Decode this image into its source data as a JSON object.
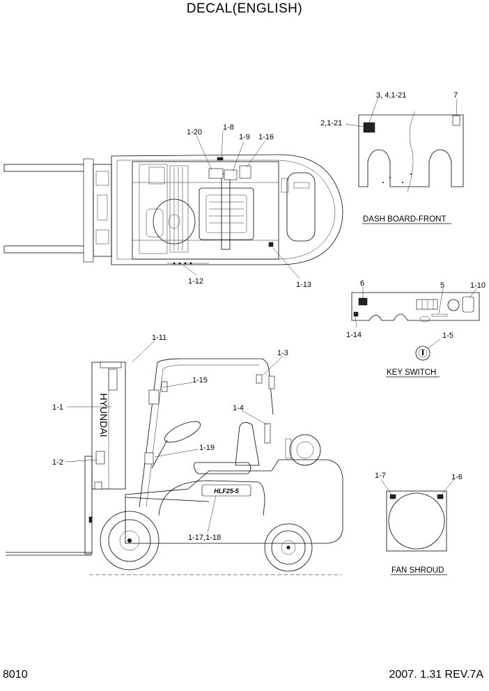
{
  "header": {
    "title": "DECAL(ENGLISH)"
  },
  "footer": {
    "page_code": "8010",
    "date_rev": "2007. 1.31  REV.7A"
  },
  "captions": {
    "dash_board_front": "DASH BOARD-FRONT",
    "key_switch": "KEY SWITCH",
    "fan_shroud": "FAN SHROUD"
  },
  "callouts": {
    "c_3_4_1_21": "3, 4,1-21",
    "c_7": "7",
    "c_2_1_21": "2,1-21",
    "c_1_20": "1-20",
    "c_1_8": "1-8",
    "c_1_9": "1-9",
    "c_1_16": "1-16",
    "c_1_12": "1-12",
    "c_1_13": "1-13",
    "c_6": "6",
    "c_5": "5",
    "c_1_10": "1-10",
    "c_1_14": "1-14",
    "c_1_5": "1-5",
    "c_1_11": "1-11",
    "c_1_3": "1-3",
    "c_1_15": "1-15",
    "c_1_1": "1-1",
    "c_1_4": "1-4",
    "c_1_19": "1-19",
    "c_1_2": "1-2",
    "c_1_17_1_18": "1-17,1-18",
    "c_1_7": "1-7",
    "c_1_6": "1-6"
  },
  "artwork": {
    "mast_brand": "HYUNDAI",
    "model_badge": "HLF25-5"
  }
}
